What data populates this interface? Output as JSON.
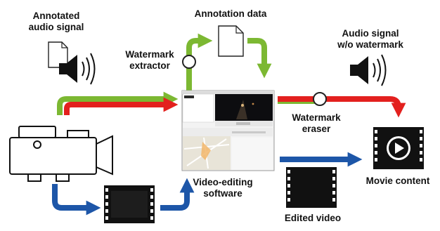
{
  "labels": {
    "annotated_audio": [
      "Annotated",
      "audio signal"
    ],
    "annotation_data": "Annotation data",
    "watermark_extractor": [
      "Watermark",
      "extractor"
    ],
    "audio_wo_watermark": [
      "Audio signal",
      "w/o watermark"
    ],
    "watermark_eraser": [
      "Watermark",
      "eraser"
    ],
    "video_editing_software": [
      "Video-editing",
      "software"
    ],
    "movie_content": "Movie content",
    "edited_video": "Edited video"
  },
  "colors": {
    "green": "#7cb832",
    "red": "#e3201e",
    "blue": "#1d56a8",
    "black": "#111111",
    "software_panel": "#e9e9e9",
    "map_land": "#e8e4d8",
    "map_route": "#f2b66a"
  },
  "icons": {
    "camera": "video-camera-icon",
    "speaker": "speaker-icon",
    "document": "document-icon",
    "film": "film-strip-icon",
    "play": "play-button-icon",
    "node": "circle-node-icon"
  }
}
